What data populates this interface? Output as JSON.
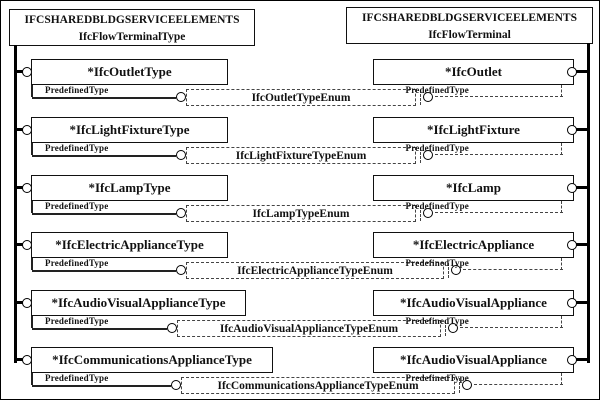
{
  "diagram": {
    "left_header": {
      "line1": "IFCSHAREDBLDGSERVICEELEMENTS",
      "line2": "IfcFlowTerminalType"
    },
    "right_header": {
      "line1": "IFCSHAREDBLDGSERVICEELEMENTS",
      "line2": "IfcFlowTerminal"
    },
    "attribute_label": "PredefinedType",
    "rows": [
      {
        "left": "*IfcOutletType",
        "enum": "IfcOutletTypeEnum",
        "right": "*IfcOutlet"
      },
      {
        "left": "*IfcLightFixtureType",
        "enum": "IfcLightFixtureTypeEnum",
        "right": "*IfcLightFixture"
      },
      {
        "left": "*IfcLampType",
        "enum": "IfcLampTypeEnum",
        "right": "*IfcLamp"
      },
      {
        "left": "*IfcElectricApplianceType",
        "enum": "IfcElectricApplianceTypeEnum",
        "right": "*IfcElectricAppliance"
      },
      {
        "left": "*IfcAudioVisualApplianceType",
        "enum": "IfcAudioVisualApplianceTypeEnum",
        "right": "*IfcAudioVisualAppliance"
      },
      {
        "left": "*IfcCommunicationsApplianceType",
        "enum": "IfcCommunicationsApplianceTypeEnum",
        "right": "*IfcAudioVisualAppliance"
      }
    ],
    "colors": {
      "line": "#000000",
      "dashed_line": "#444444",
      "box_bg": "#ffffff",
      "border": "#111111"
    }
  }
}
